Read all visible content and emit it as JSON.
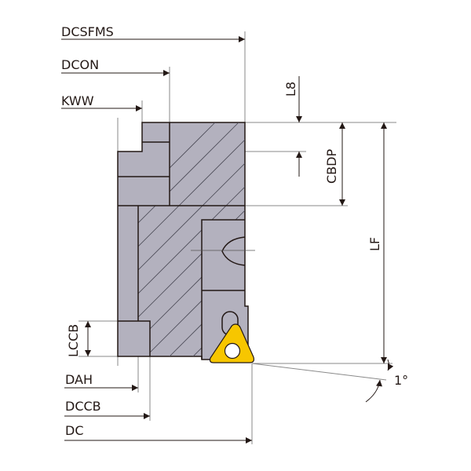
{
  "colors": {
    "body": "#b3b1be",
    "insert": "#f7c600",
    "line": "#231815",
    "dim": "#8a8a8a"
  },
  "labels": {
    "dcsfms": "DCSFMS",
    "dcon": "DCON",
    "kww": "KWW",
    "l8": "L8",
    "cbdp": "CBDP",
    "lf": "LF",
    "lccb": "LCCB",
    "dah": "DAH",
    "dccb": "DCCB",
    "dc": "DC",
    "angle": "1°"
  }
}
